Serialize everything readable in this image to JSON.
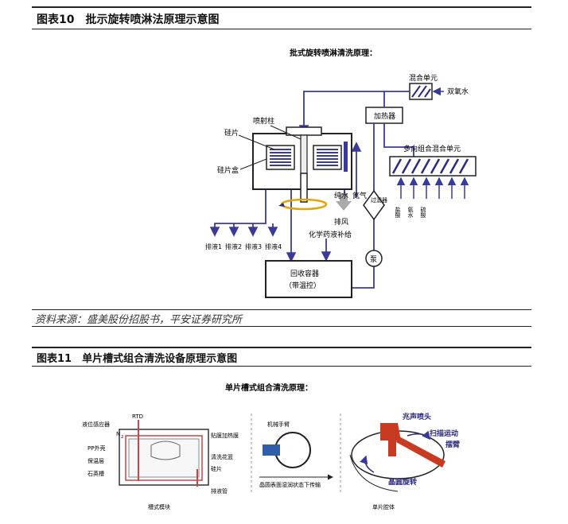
{
  "fig10": {
    "header": "图表10　批示旋转喷淋法原理示意图",
    "subtitle": "批式旋转喷淋清洗原理：",
    "labels": {
      "mix_unit": "混合单元",
      "h2o2": "双氧水",
      "heater": "加热器",
      "multi_mix": "多向组合混合单元",
      "nozzle_column": "喷射柱",
      "wafer": "硅片",
      "wafer_box": "硅片盒",
      "pure_water": "纯水",
      "nitrogen": "氮气",
      "exhaust": "排风",
      "filter": "过滤器",
      "pump": "泵",
      "chem_supply": "化学药液补给",
      "recovery": "回收容器",
      "temp_ctrl": "（带温控）",
      "drain1": "排液1",
      "drain2": "排液2",
      "drain3": "排液3",
      "drain4": "排液4",
      "hcl": "盐酸",
      "ammonia": "氨水",
      "sulfuric": "硫酸"
    },
    "source": "资料来源：盛美股份招股书，平安证券研究所"
  },
  "fig11": {
    "header": "图表11　单片槽式组合清洗设备原理示意图",
    "subtitle": "单片槽式组合清洗原理：",
    "labels": {
      "level_sensor": "液位感应器",
      "rtd": "RTD",
      "n2": "N",
      "n2_sub": "2",
      "pp_shell": "PP外壳",
      "insulation": "保温层",
      "quartz_tank": "石英槽",
      "film_heater": "贴膜加热膜",
      "basket": "清洗花篮",
      "wafer": "硅片",
      "drain_pipe": "排液管",
      "tank_module": "槽式模块",
      "robot_arm": "机械手臂",
      "wet_transfer": "晶圆表面湿润状态下传输",
      "mega_nozzle": "兆声喷头",
      "scan_motion": "扫描运动",
      "swing_arm": "摆臂",
      "wafer_spin": "晶圆旋转",
      "single_chamber": "单片腔体"
    }
  }
}
